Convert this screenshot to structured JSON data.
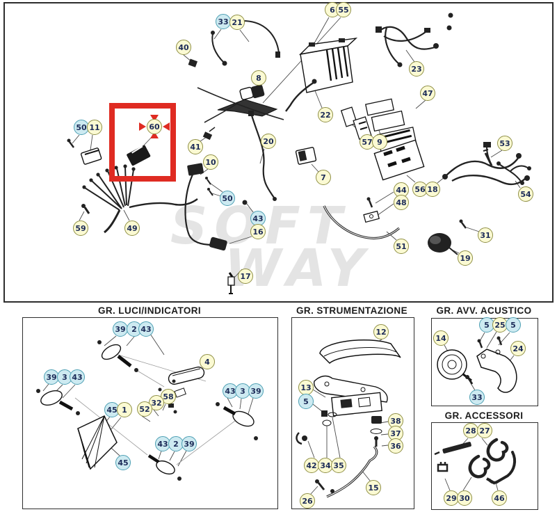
{
  "diagram_title": "Electrical system exploded parts diagram",
  "watermark": {
    "line1": "SOFT",
    "line2": "WAY"
  },
  "highlight": {
    "selected_callout": "60",
    "color": "#df2b22"
  },
  "colors": {
    "callout_yellow_fill": "#fbfad3",
    "callout_yellow_border": "#8f8f45",
    "callout_blue_fill": "#cdeaf1",
    "callout_blue_border": "#4d9fb3",
    "callout_text": "#1c2b58",
    "line": "#3a3a3a",
    "frame": "#2d2d2d"
  },
  "sections": {
    "main": {
      "title": ""
    },
    "luci": {
      "title": "GR. LUCI/INDICATORI"
    },
    "strumentazione": {
      "title": "GR. STRUMENTAZIONE"
    },
    "acustico": {
      "title": "GR. AVV. ACUSTICO"
    },
    "accessori": {
      "title": "GR. ACCESSORI"
    }
  },
  "callouts": [
    {
      "label": "33",
      "color": "blue",
      "area": "main"
    },
    {
      "label": "21",
      "color": "yellow",
      "area": "main"
    },
    {
      "label": "6",
      "color": "yellow",
      "area": "main"
    },
    {
      "label": "55",
      "color": "yellow",
      "area": "main"
    },
    {
      "label": "40",
      "color": "yellow",
      "area": "main"
    },
    {
      "label": "23",
      "color": "yellow",
      "area": "main"
    },
    {
      "label": "8",
      "color": "yellow",
      "area": "main"
    },
    {
      "label": "47",
      "color": "yellow",
      "area": "main"
    },
    {
      "label": "50",
      "color": "blue",
      "area": "main"
    },
    {
      "label": "11",
      "color": "yellow",
      "area": "main"
    },
    {
      "label": "60",
      "color": "yellow",
      "area": "main",
      "highlighted": true
    },
    {
      "label": "41",
      "color": "yellow",
      "area": "main"
    },
    {
      "label": "20",
      "color": "yellow",
      "area": "main"
    },
    {
      "label": "57",
      "color": "yellow",
      "area": "main"
    },
    {
      "label": "9",
      "color": "yellow",
      "area": "main"
    },
    {
      "label": "53",
      "color": "yellow",
      "area": "main"
    },
    {
      "label": "7",
      "color": "yellow",
      "area": "main"
    },
    {
      "label": "10",
      "color": "yellow",
      "area": "main"
    },
    {
      "label": "22",
      "color": "yellow",
      "area": "main"
    },
    {
      "label": "50",
      "color": "blue",
      "area": "main"
    },
    {
      "label": "44",
      "color": "yellow",
      "area": "main"
    },
    {
      "label": "48",
      "color": "yellow",
      "area": "main"
    },
    {
      "label": "56",
      "color": "yellow",
      "area": "main"
    },
    {
      "label": "18",
      "color": "yellow",
      "area": "main"
    },
    {
      "label": "54",
      "color": "yellow",
      "area": "main"
    },
    {
      "label": "43",
      "color": "blue",
      "area": "main"
    },
    {
      "label": "16",
      "color": "yellow",
      "area": "main"
    },
    {
      "label": "59",
      "color": "yellow",
      "area": "main"
    },
    {
      "label": "49",
      "color": "yellow",
      "area": "main"
    },
    {
      "label": "31",
      "color": "yellow",
      "area": "main"
    },
    {
      "label": "51",
      "color": "yellow",
      "area": "main"
    },
    {
      "label": "19",
      "color": "yellow",
      "area": "main"
    },
    {
      "label": "17",
      "color": "yellow",
      "area": "main"
    },
    {
      "label": "39",
      "color": "blue",
      "area": "luci"
    },
    {
      "label": "2",
      "color": "blue",
      "area": "luci"
    },
    {
      "label": "43",
      "color": "blue",
      "area": "luci"
    },
    {
      "label": "4",
      "color": "yellow",
      "area": "luci"
    },
    {
      "label": "39",
      "color": "blue",
      "area": "luci"
    },
    {
      "label": "3",
      "color": "blue",
      "area": "luci"
    },
    {
      "label": "43",
      "color": "blue",
      "area": "luci"
    },
    {
      "label": "43",
      "color": "blue",
      "area": "luci"
    },
    {
      "label": "3",
      "color": "blue",
      "area": "luci"
    },
    {
      "label": "39",
      "color": "blue",
      "area": "luci"
    },
    {
      "label": "58",
      "color": "yellow",
      "area": "luci"
    },
    {
      "label": "32",
      "color": "yellow",
      "area": "luci"
    },
    {
      "label": "52",
      "color": "yellow",
      "area": "luci"
    },
    {
      "label": "45",
      "color": "blue",
      "area": "luci"
    },
    {
      "label": "1",
      "color": "yellow",
      "area": "luci"
    },
    {
      "label": "43",
      "color": "blue",
      "area": "luci"
    },
    {
      "label": "2",
      "color": "blue",
      "area": "luci"
    },
    {
      "label": "39",
      "color": "blue",
      "area": "luci"
    },
    {
      "label": "45",
      "color": "blue",
      "area": "luci"
    },
    {
      "label": "12",
      "color": "yellow",
      "area": "strumentazione"
    },
    {
      "label": "13",
      "color": "yellow",
      "area": "strumentazione"
    },
    {
      "label": "5",
      "color": "blue",
      "area": "strumentazione"
    },
    {
      "label": "38",
      "color": "yellow",
      "area": "strumentazione"
    },
    {
      "label": "37",
      "color": "yellow",
      "area": "strumentazione"
    },
    {
      "label": "36",
      "color": "yellow",
      "area": "strumentazione"
    },
    {
      "label": "42",
      "color": "yellow",
      "area": "strumentazione"
    },
    {
      "label": "34",
      "color": "yellow",
      "area": "strumentazione"
    },
    {
      "label": "35",
      "color": "yellow",
      "area": "strumentazione"
    },
    {
      "label": "15",
      "color": "yellow",
      "area": "strumentazione"
    },
    {
      "label": "26",
      "color": "yellow",
      "area": "strumentazione"
    },
    {
      "label": "5",
      "color": "blue",
      "area": "acustico"
    },
    {
      "label": "25",
      "color": "yellow",
      "area": "acustico"
    },
    {
      "label": "5",
      "color": "blue",
      "area": "acustico"
    },
    {
      "label": "14",
      "color": "yellow",
      "area": "acustico"
    },
    {
      "label": "24",
      "color": "yellow",
      "area": "acustico"
    },
    {
      "label": "33",
      "color": "blue",
      "area": "acustico"
    },
    {
      "label": "28",
      "color": "yellow",
      "area": "accessori"
    },
    {
      "label": "27",
      "color": "yellow",
      "area": "accessori"
    },
    {
      "label": "29",
      "color": "yellow",
      "area": "accessori"
    },
    {
      "label": "30",
      "color": "yellow",
      "area": "accessori"
    },
    {
      "label": "46",
      "color": "yellow",
      "area": "accessori"
    }
  ]
}
